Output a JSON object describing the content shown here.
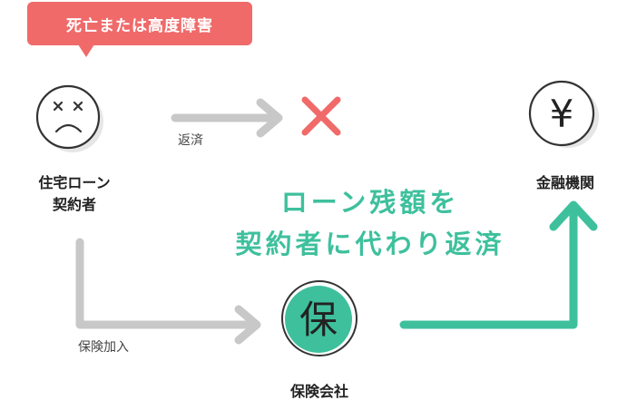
{
  "speech_bubble": "死亡または高度障害",
  "contract_holder": {
    "line1": "住宅ローン",
    "line2": "契約者"
  },
  "repay_label": "返済",
  "insurance_join_label": "保険加入",
  "insurance_company": {
    "icon_char": "保",
    "label": "保険会社"
  },
  "bank": {
    "icon_char": "¥",
    "label": "金融機関"
  },
  "green_message": {
    "line1": "ローン残額を",
    "line2": "契約者に代わり返済"
  },
  "colors": {
    "red": "#f06a6a",
    "green": "#3ec09d",
    "gray_arrow": "#c8c8c8"
  }
}
